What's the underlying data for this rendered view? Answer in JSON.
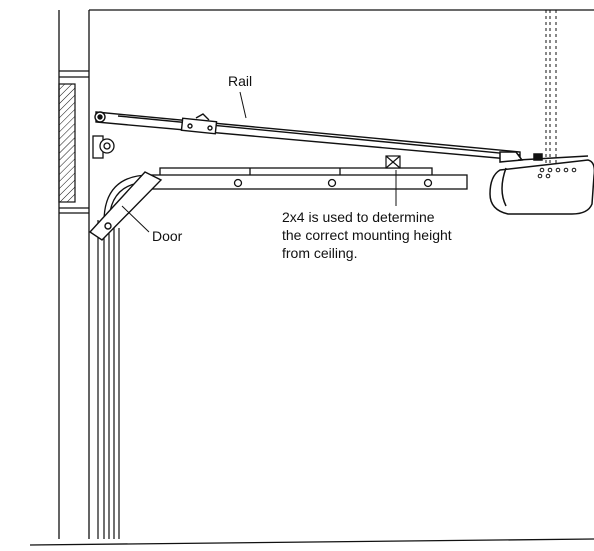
{
  "labels": {
    "rail": "Rail",
    "door": "Door",
    "note_line1": "2x4 is used to determine",
    "note_line2": "the correct mounting height",
    "note_line3": "from ceiling."
  },
  "colors": {
    "line": "#111111",
    "background": "#ffffff",
    "hatch": "#111111"
  }
}
